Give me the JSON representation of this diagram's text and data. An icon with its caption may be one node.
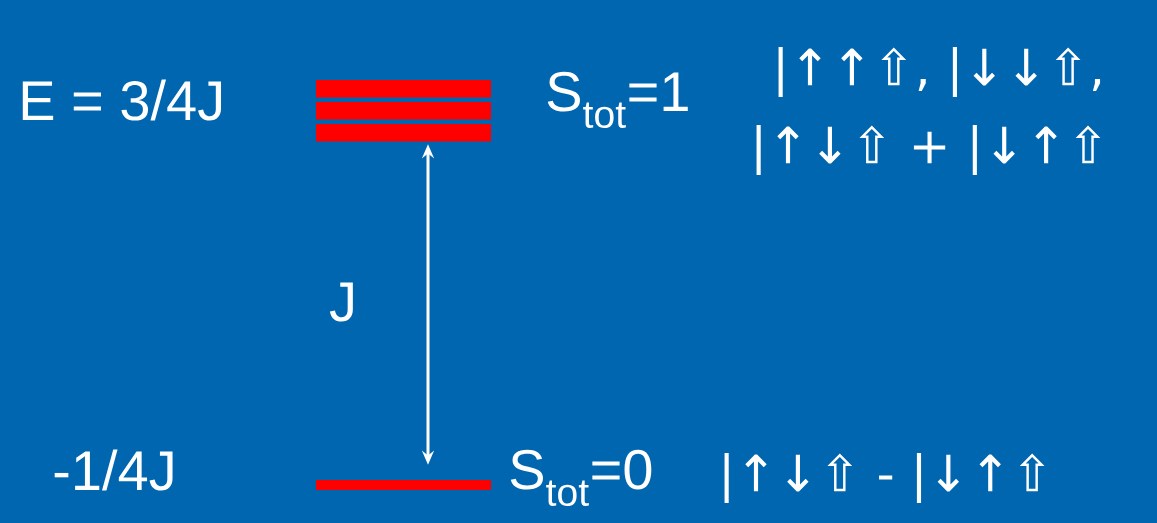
{
  "diagram": {
    "nodes": [
      {
        "text": [],
        "shape": "bar"
      },
      {
        "text": [],
        "shape": "bar"
      }
    ],
    "edges": [
      {
        "from": 0,
        "to": 1,
        "arrow": "both",
        "label": "J"
      }
    ],
    "labels": [
      "E = 3/4J",
      "S$_{tot}$=1",
      "|↑↑⇧, |↓↓⇧,",
      "|↑↓⇧ + |↓↑⇧",
      "-1/4J",
      "S$_{tot}$=0",
      "|↑↓⇧ - |↓↑⇧"
    ]
  }
}
